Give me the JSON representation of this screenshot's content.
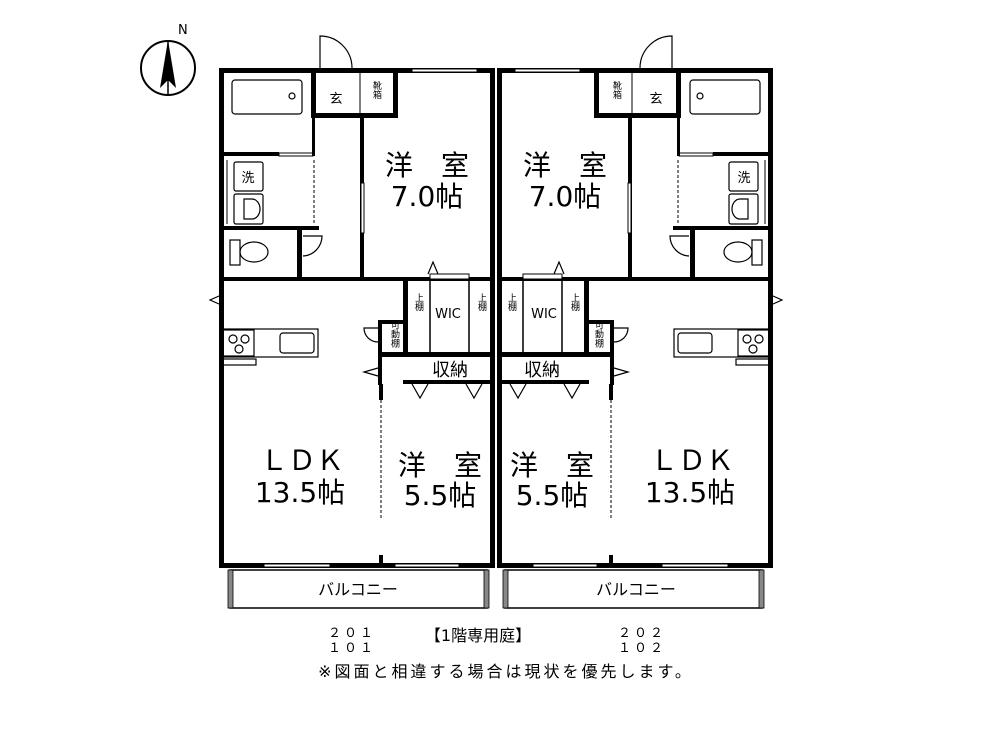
{
  "compass": {
    "label": "N",
    "icon": "north-arrow-icon"
  },
  "units": [
    {
      "rooms": {
        "western_room_1": {
          "name": "洋　室",
          "size": "7.0帖"
        },
        "ldk": {
          "name": "ＬＤＫ",
          "size": "13.5帖"
        },
        "western_room_2": {
          "name": "洋　室",
          "size": "5.5帖"
        },
        "entrance": "玄",
        "shoe_box": "靴箱",
        "washroom": "洗",
        "wic": "WIC",
        "upper_shelf": "上棚",
        "storage": "収納",
        "movable_shelf": "可動棚",
        "balcony": "バルコニー"
      }
    },
    {
      "rooms": {
        "western_room_1": {
          "name": "洋　室",
          "size": "7.0帖"
        },
        "ldk": {
          "name": "ＬＤＫ",
          "size": "13.5帖"
        },
        "western_room_2": {
          "name": "洋　室",
          "size": "5.5帖"
        },
        "entrance": "玄",
        "shoe_box": "靴箱",
        "washroom": "洗",
        "wic": "WIC",
        "upper_shelf": "上棚",
        "storage": "収納",
        "movable_shelf": "可動棚",
        "balcony": "バルコニー"
      }
    }
  ],
  "footer": {
    "left_unit_upper": "２０１",
    "left_unit_lower": "１０１",
    "private_garden": "【1階専用庭】",
    "right_unit_upper": "２０２",
    "right_unit_lower": "１０２",
    "note": "※図面と相違する場合は現状を優先します。"
  }
}
